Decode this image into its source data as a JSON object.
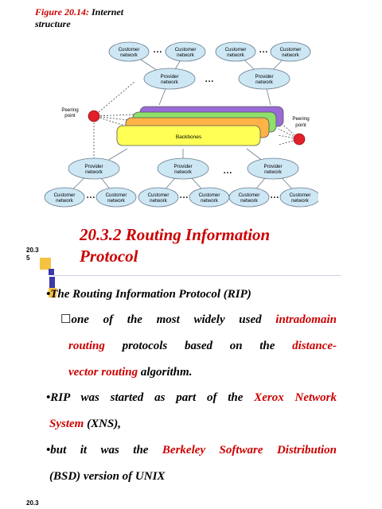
{
  "caption": {
    "figure_label": "Figure 20.14:",
    "line1_rest": " Internet",
    "line2": "structure"
  },
  "diagram": {
    "customer_label_1": "Customer",
    "customer_label_2": "network",
    "provider_label_1": "Provider",
    "provider_label_2": "network",
    "peering_label_1": "Peering",
    "peering_label_2": "point",
    "backbones_label": "Backbones",
    "ellipsis": "• • •",
    "colors": {
      "bubble_fill": "#cde7f5",
      "bubble_stroke": "#6a7d8c",
      "backbone_yellow": "#ffff55",
      "backbone_orange": "#ffb347",
      "backbone_green": "#8ee06a",
      "backbone_purple": "#9a6ad8",
      "peering": "#e0202a"
    }
  },
  "section": {
    "side_number_1": "20.3",
    "side_number_2": "5",
    "heading_line1": "20.3.2  Routing Information",
    "heading_line2": "Protocol"
  },
  "body": {
    "l1_bullet": "•",
    "l1_text": "The Routing Information Protocol (RIP)",
    "l2_box": "☐",
    "l2_text": "one  of  the  most  widely  used ",
    "l2_red": "intradomain",
    "l3_red1": "routing",
    "l3_mid": "  protocols  based  on  the ",
    "l3_red2": "distance-",
    "l4_red": "vector routing",
    "l4_text": "  algorithm.",
    "l5_text": "•RIP  was  started  as  part  of  the ",
    "l5_red": "Xerox  Network",
    "l6_red": "System",
    "l6_text": "  (XNS),",
    "l7_text": "•but  it  was  the ",
    "l7_red": "Berkeley  Software  Distribution",
    "l8_text": "(BSD)  version of UNIX"
  },
  "footer": {
    "page_label": "20.3"
  }
}
